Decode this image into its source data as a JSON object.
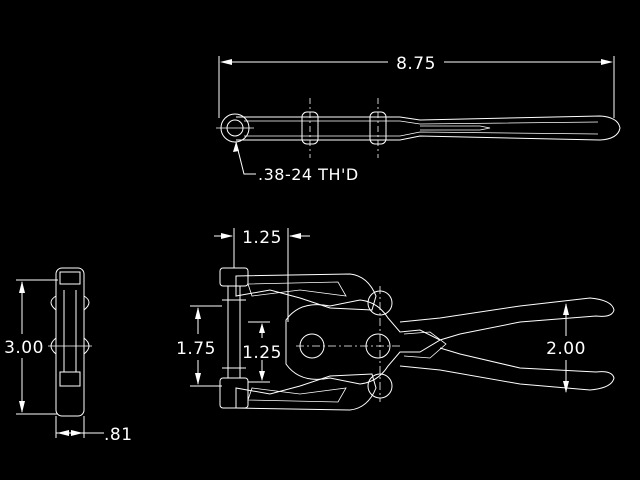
{
  "colors": {
    "background": "#000000",
    "line": "#ffffff"
  },
  "dimensions": {
    "overall_length": "8.75",
    "thread": ".38-24 TH'D",
    "handle_offset": "1.25",
    "height": "3.00",
    "thickness": ".81",
    "pivot_spacing": "1.75",
    "inner_offset": "1.25",
    "handle_opening": "2.00"
  }
}
